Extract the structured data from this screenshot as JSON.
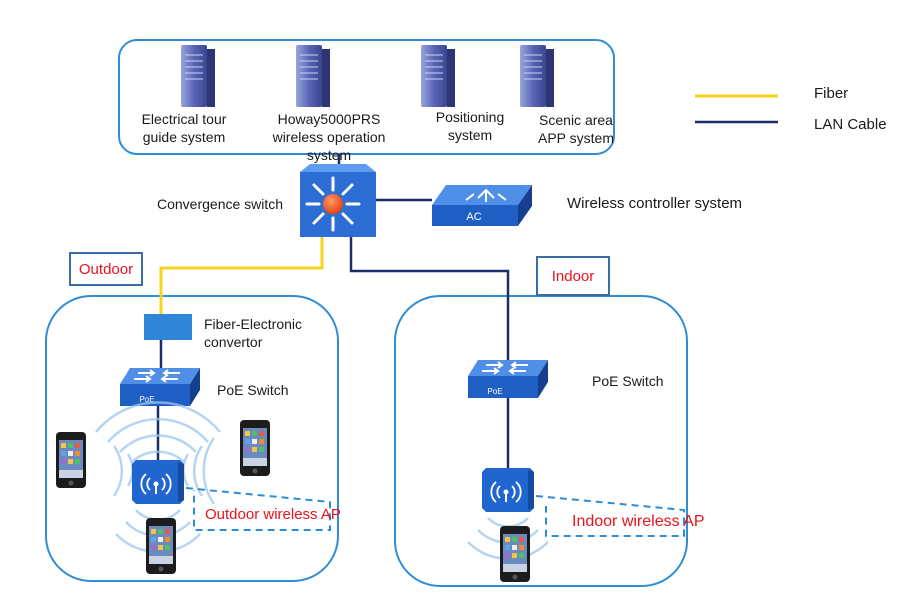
{
  "legend": {
    "fiber": {
      "label": "Fiber",
      "color": "#f5d31e"
    },
    "lan": {
      "label": "LAN Cable",
      "color": "#1c2d6b"
    }
  },
  "servers": [
    {
      "line1": "Electrical tour",
      "line2": "guide system"
    },
    {
      "line1": "Howay5000PRS",
      "line2": "wireless operation",
      "line3": "system"
    },
    {
      "line1": "Positioning",
      "line2": "system"
    },
    {
      "line1": "Scenic area",
      "line2": "APP system"
    }
  ],
  "convergence_switch": {
    "label": "Convergence switch"
  },
  "wireless_controller": {
    "label": "Wireless controller system",
    "device_text": "AC"
  },
  "outdoor": {
    "title": "Outdoor",
    "convertor": {
      "line1": "Fiber-Electronic",
      "line2": "convertor"
    },
    "poe_switch": {
      "label": "PoE Switch",
      "device_text": "PoE"
    },
    "ap_label": "Outdoor wireless AP"
  },
  "indoor": {
    "title": "Indoor",
    "poe_switch": {
      "label": "PoE Switch",
      "device_text": "PoE"
    },
    "ap_label": "Indoor wireless AP"
  },
  "colors": {
    "frame": "#2e8dd6",
    "device_blue": "#1f63c8",
    "label_red": "#e8141b"
  }
}
